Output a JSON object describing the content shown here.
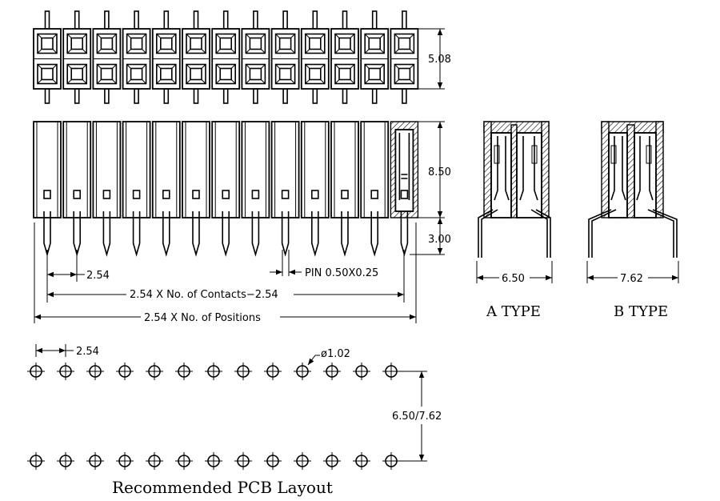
{
  "dims": {
    "height_top": "5.08",
    "height_body": "8.50",
    "height_tail": "3.00",
    "pitch": "2.54",
    "pin_size": "PIN 0.50X0.25",
    "contacts_len": "2.54 X No. of Contacts−2.54",
    "positions_len": "2.54 X No. of Positions",
    "width_a": "6.50",
    "width_b": "7.62",
    "pcb_pitch": "2.54",
    "hole_dia": "ø1.02",
    "row_spacing": "6.50/7.62"
  },
  "labels": {
    "type_a": "A TYPE",
    "type_b": "B TYPE",
    "pcb_title": "Recommended PCB Layout"
  },
  "colors": {
    "line": "#000000",
    "background": "#ffffff"
  }
}
